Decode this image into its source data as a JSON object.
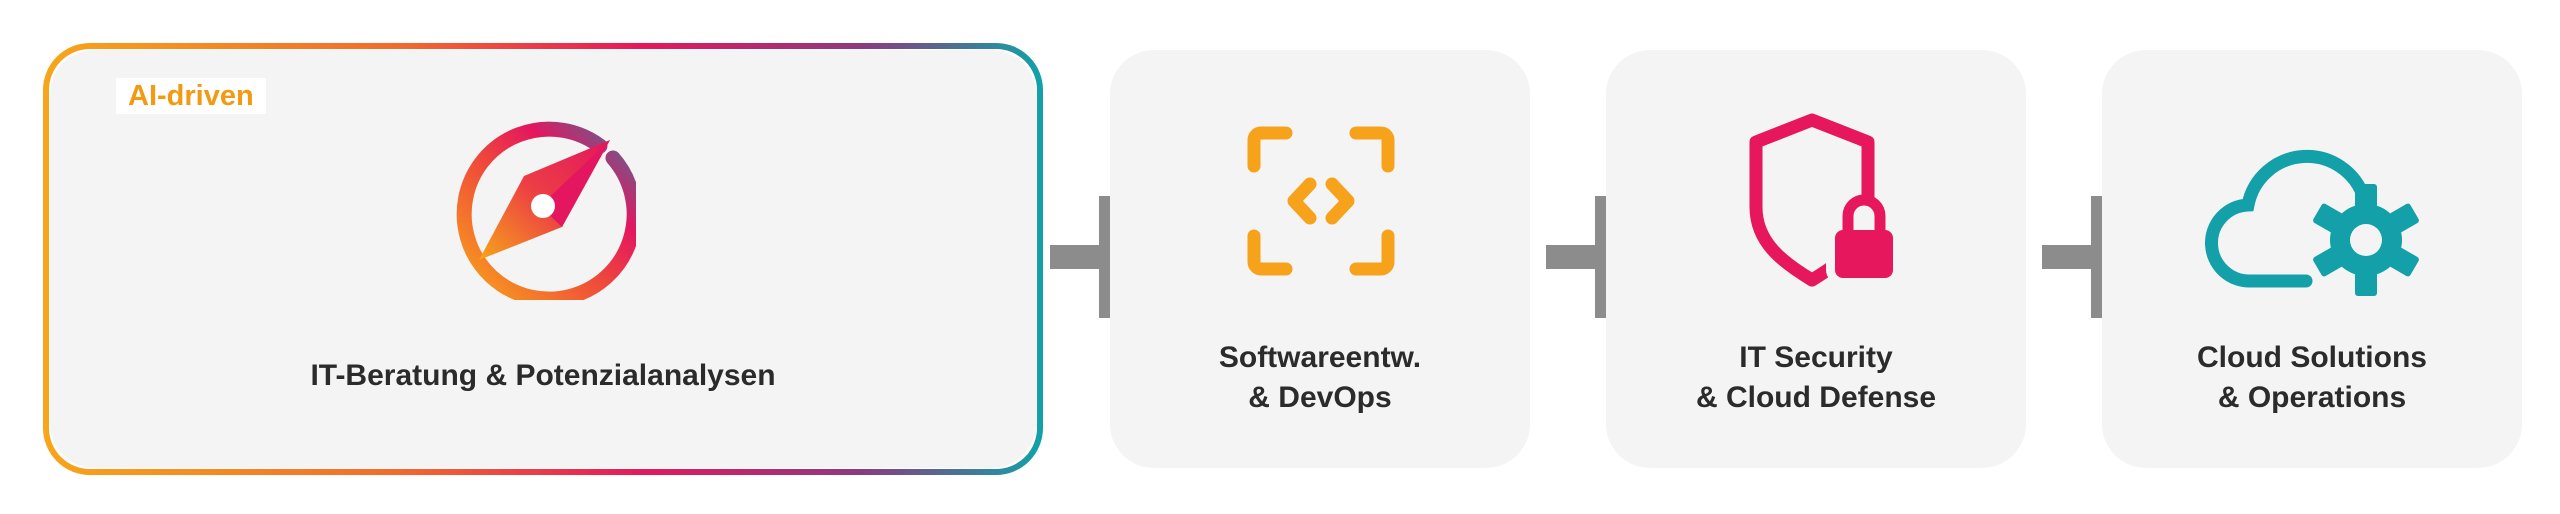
{
  "badge": "AI-driven",
  "main": {
    "label": "IT-Beratung & Potenzialanalysen",
    "icon": "compass-icon"
  },
  "cards": [
    {
      "line1": "Softwareentw.",
      "line2": "& DevOps",
      "icon": "code-brackets-icon"
    },
    {
      "line1": "IT Security",
      "line2": "& Cloud Defense",
      "icon": "shield-lock-icon"
    },
    {
      "line1": "Cloud Solutions",
      "line2": "& Operations",
      "icon": "cloud-gear-icon"
    }
  ],
  "colors": {
    "gradient": [
      "#f7a51a",
      "#f26b2a",
      "#e6175c",
      "#8b3a7e",
      "#12a1a8"
    ],
    "orange": "#f7a21b",
    "magenta": "#e6175c",
    "teal": "#13a0a8",
    "plus": "#8c8c8c",
    "card_bg": "#f4f4f4"
  }
}
